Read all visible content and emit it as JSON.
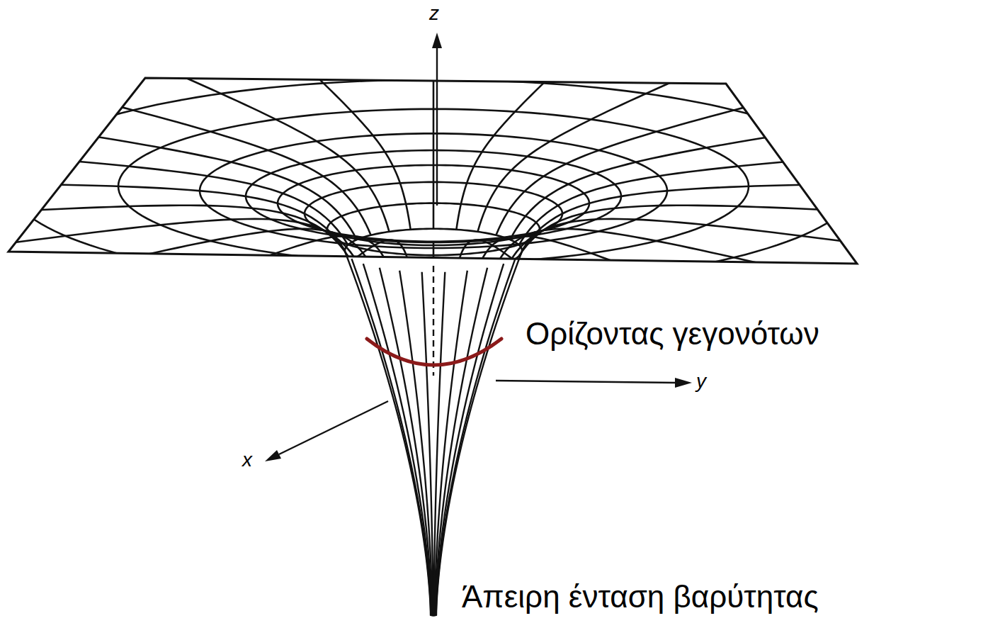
{
  "diagram": {
    "labels": [
      "z",
      "Ορίζοντας γεγονότων",
      "y",
      "x",
      "Άπειρη ένταση βαρύτητας"
    ]
  }
}
